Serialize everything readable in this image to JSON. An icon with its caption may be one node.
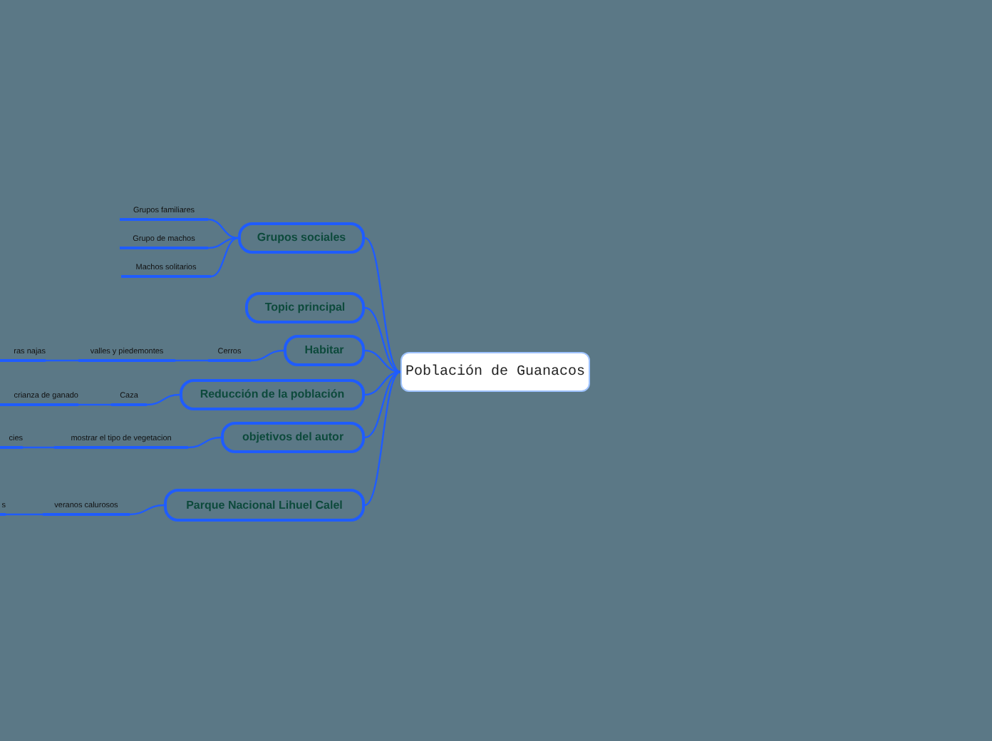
{
  "diagram": {
    "nodes": [
      {
        "text": [
          "Población de Guanacos"
        ]
      },
      {
        "text": [
          "Grupos sociales"
        ]
      },
      {
        "text": [
          "Grupos familiares"
        ]
      },
      {
        "text": [
          "Grupo de machos"
        ]
      },
      {
        "text": [
          "Machos solitarios"
        ]
      },
      {
        "text": [
          "Topic principal"
        ]
      },
      {
        "text": [
          "Habitar"
        ]
      },
      {
        "text": [
          "Cerros"
        ]
      },
      {
        "text": [
          "valles y piedemontes"
        ]
      },
      {
        "text": [
          "ras najas"
        ]
      },
      {
        "text": [
          "Reducción de la población"
        ]
      },
      {
        "text": [
          "Caza"
        ]
      },
      {
        "text": [
          "crianza de ganado"
        ]
      },
      {
        "text": [
          "objetivos del autor"
        ]
      },
      {
        "text": [
          "mostrar el tipo de vegetacion"
        ]
      },
      {
        "text": [
          "cies"
        ]
      },
      {
        "text": [
          "Parque Nacional Lihuel Calel"
        ]
      },
      {
        "text": [
          "veranos calurosos"
        ]
      },
      {
        "text": [
          "s"
        ]
      }
    ],
    "edges": [
      {
        "from": 0,
        "to": 1,
        "arrow": "none"
      },
      {
        "from": 1,
        "to": 2,
        "arrow": "none"
      },
      {
        "from": 1,
        "to": 3,
        "arrow": "none"
      },
      {
        "from": 1,
        "to": 4,
        "arrow": "none"
      },
      {
        "from": 0,
        "to": 5,
        "arrow": "none"
      },
      {
        "from": 0,
        "to": 6,
        "arrow": "none"
      },
      {
        "from": 6,
        "to": 7,
        "arrow": "none"
      },
      {
        "from": 7,
        "to": 8,
        "arrow": "none"
      },
      {
        "from": 8,
        "to": 9,
        "arrow": "none"
      },
      {
        "from": 0,
        "to": 10,
        "arrow": "none"
      },
      {
        "from": 10,
        "to": 11,
        "arrow": "none"
      },
      {
        "from": 11,
        "to": 12,
        "arrow": "none"
      },
      {
        "from": 0,
        "to": 13,
        "arrow": "none"
      },
      {
        "from": 13,
        "to": 14,
        "arrow": "none"
      },
      {
        "from": 14,
        "to": 15,
        "arrow": "none"
      },
      {
        "from": 0,
        "to": 16,
        "arrow": "none"
      },
      {
        "from": 16,
        "to": 17,
        "arrow": "none"
      },
      {
        "from": 17,
        "to": 18,
        "arrow": "none"
      }
    ]
  }
}
